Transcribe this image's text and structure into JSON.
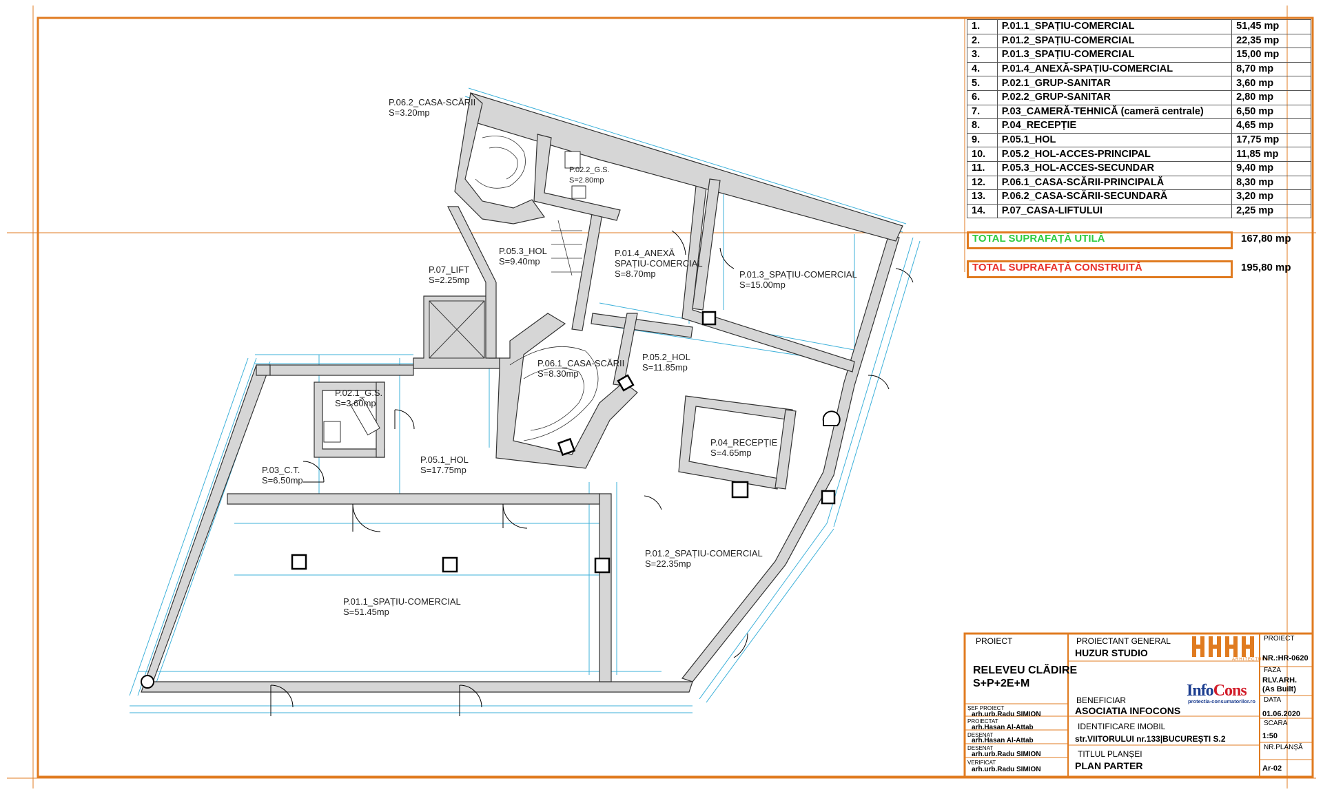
{
  "rooms": [
    {
      "name": "P.01.1_SPAȚIU-COMERCIAL",
      "area": "51,45 mp"
    },
    {
      "name": "P.01.2_SPAȚIU-COMERCIAL",
      "area": "22,35 mp"
    },
    {
      "name": "P.01.3_SPAȚIU-COMERCIAL",
      "area": "15,00 mp"
    },
    {
      "name": "P.01.4_ANEXĂ-SPAȚIU-COMERCIAL",
      "area": "8,70 mp"
    },
    {
      "name": "P.02.1_GRUP-SANITAR",
      "area": "3,60 mp"
    },
    {
      "name": "P.02.2_GRUP-SANITAR",
      "area": "2,80 mp"
    },
    {
      "name": "P.03_CAMERĂ-TEHNICĂ (cameră centrale)",
      "area": "6,50 mp"
    },
    {
      "name": "P.04_RECEPȚIE",
      "area": "4,65 mp"
    },
    {
      "name": "P.05.1_HOL",
      "area": "17,75 mp"
    },
    {
      "name": "P.05.2_HOL-ACCES-PRINCIPAL",
      "area": "11,85 mp"
    },
    {
      "name": "P.05.3_HOL-ACCES-SECUNDAR",
      "area": "9,40 mp"
    },
    {
      "name": "P.06.1_CASA-SCĂRII-PRINCIPALĂ",
      "area": "8,30 mp"
    },
    {
      "name": "P.06.2_CASA-SCĂRII-SECUNDARĂ",
      "area": "3,20 mp"
    },
    {
      "name": "P.07_CASA-LIFTULUI",
      "area": "2,25 mp"
    }
  ],
  "room_numbers": [
    "1.",
    "2.",
    "3.",
    "4.",
    "5.",
    "6.",
    "7.",
    "8.",
    "9.",
    "10.",
    "11.",
    "12.",
    "13.",
    "14."
  ],
  "totals": {
    "useful_label": "TOTAL SUPRAFAȚĂ UTILĂ",
    "useful_value": "167,80 mp",
    "useful_color": "#2ecc40",
    "built_label": "TOTAL SUPRAFAȚĂ CONSTRUITĂ",
    "built_value": "195,80 mp",
    "built_color": "#e8302a"
  },
  "plan_labels": {
    "p062_name": "P.06.2_CASA-SCĂRII",
    "p062_area": "S=3.20mp",
    "p022_name": "P.02.2_G.S.",
    "p022_area": "S=2.80mp",
    "p053_name": "P.05.3_HOL",
    "p053_area": "S=9.40mp",
    "p014_name1": "P.01.4_ANEXĂ",
    "p014_name2": "SPAȚIU-COMERCIAL",
    "p014_area": "S=8.70mp",
    "p013_name": "P.01.3_SPAȚIU-COMERCIAL",
    "p013_area": "S=15.00mp",
    "p07_name": "P.07_LIFT",
    "p07_area": "S=2.25mp",
    "p061_name": "P.06.1_CASA-SCĂRII",
    "p061_area": "S=8.30mp",
    "p052_name": "P.05.2_HOL",
    "p052_area": "S=11.85mp",
    "p021_name": "P.02.1_G.S.",
    "p021_area": "S=3.60mp",
    "p04_name": "P.04_RECEPȚIE",
    "p04_area": "S=4.65mp",
    "p051_name": "P.05.1_HOL",
    "p051_area": "S=17.75mp",
    "p03_name": "P.03_C.T.",
    "p03_area": "S=6.50mp",
    "p012_name": "P.01.2_SPAȚIU-COMERCIAL",
    "p012_area": "S=22.35mp",
    "p011_name": "P.01.1_SPAȚIU-COMERCIAL",
    "p011_area": "S=51.45mp"
  },
  "title_block": {
    "proiect_label": "PROIECT",
    "proiect_title1": "RELEVEU CLĂDIRE",
    "proiect_title2": "S+P+2E+M",
    "proiectant_label": "PROIECTANT GENERAL",
    "proiectant_name": "HUZUR STUDIO",
    "proiect_label2": "PROIECT",
    "proiect_nr": "NR.:HR-0620",
    "faza_label": "FAZA",
    "faza_value1": "RLV.ARH.",
    "faza_value2": "(As Built)",
    "data_label": "DATA",
    "data_value": "01.06.2020",
    "scara_label": "SCARA",
    "scara_value": "1:50",
    "nr_plansa_label": "NR.PLANȘĂ",
    "nr_plansa_value": "Ar-02",
    "beneficiar_label": "BENEFICIAR",
    "beneficiar_name": "ASOCIATIA INFOCONS",
    "imobil_label": "IDENTIFICARE IMOBIL",
    "imobil_value": "str.VIITORULUI nr.133|BUCUREȘTI S.2",
    "titlu_label": "TITLUL PLANȘEI",
    "titlu_value": "PLAN PARTER",
    "sef_label": "ȘEF PROIECT",
    "sef_name": "arh.urb.Radu SIMION",
    "proiectat_label": "PROIECTAT",
    "proiectat_name": "arh.Hasan Al-Attab",
    "desenat1_label": "DESENAT",
    "desenat1_name": "arh.Hasan Al-Attab",
    "desenat2_label": "DESENAT",
    "desenat2_name": "arh.urb.Radu SIMION",
    "verificat_label": "VERIFICAT",
    "verificat_name": "arh.urb.Radu SIMION",
    "logo_huzur_sub": "ARHITECTURĂ",
    "logo_info_a": "Info",
    "logo_info_b": "Cons",
    "logo_info_sub": "protectia-consumatorilor.ro"
  },
  "colors": {
    "frame": "#e07b20",
    "wall_fill": "#d6d6d6",
    "dimension": "#2aa9d6",
    "text": "#222222"
  }
}
